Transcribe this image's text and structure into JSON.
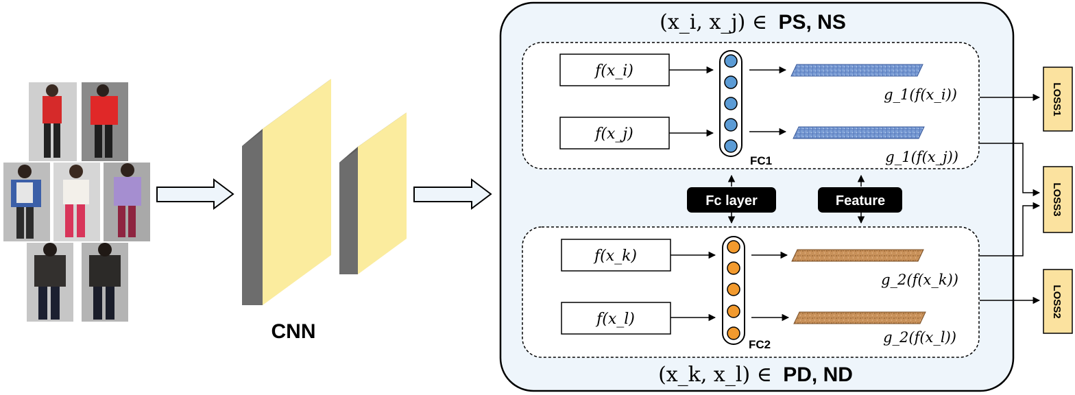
{
  "cnn": {
    "label": "CNN"
  },
  "top_pair": {
    "math": "(x_i, x_j) ∈",
    "sets": "PS, NS"
  },
  "bottom_pair": {
    "math": "(x_k, x_l) ∈",
    "sets": "PD, ND"
  },
  "branch1": {
    "layer_label": "FC1",
    "inputs": [
      "f(x_i)",
      "f(x_j)"
    ],
    "outputs": [
      "g_1(f(x_i))",
      "g_1(f(x_j))"
    ]
  },
  "branch2": {
    "layer_label": "FC2",
    "inputs": [
      "f(x_k)",
      "f(x_l)"
    ],
    "outputs": [
      "g_2(f(x_k))",
      "g_2(f(x_l))"
    ]
  },
  "shared": {
    "fc_label": "Fc layer",
    "feature_label": "Feature"
  },
  "losses": [
    "LOSS1",
    "LOSS3",
    "LOSS2"
  ],
  "colors": {
    "panel_bg": "#eef5fb",
    "cnn_face": "#fbec9e",
    "cnn_side": "#6d6d6d",
    "node_blue": "#5b9bd5",
    "node_orange": "#f29a2e",
    "feature_blue": "#7d9fd6",
    "feature_brown": "#c8915a",
    "loss_fill": "#fbe29f",
    "badge_bg": "#000000"
  }
}
